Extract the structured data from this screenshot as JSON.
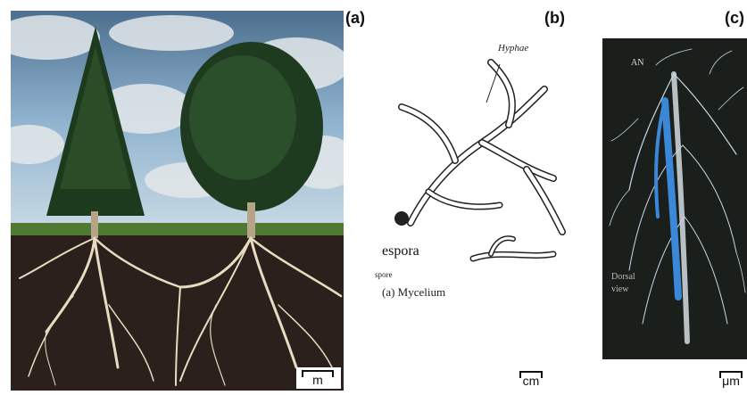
{
  "panels": {
    "a": {
      "letter": "(a)",
      "scale_unit": "m"
    },
    "b": {
      "letter": "(b)",
      "label_hyphae": "Hyphae",
      "label_spore": "spore",
      "overlay_label": "espora",
      "caption": "(a) Mycelium",
      "scale_unit": "cm"
    },
    "c": {
      "letter": "(c)",
      "label_an": "AN",
      "label_view_1": "Dorsal",
      "label_view_2": "view",
      "scale_unit": "μm"
    }
  },
  "colors": {
    "sky": "#6f9fc4",
    "soil": "#2b201b",
    "roots": "#e8dcc0",
    "grass": "#4f7a34",
    "neuron_bg": "#1a1f1c",
    "neuron_branch": "#c8d8e8",
    "neuron_highlight": "#3b88d9"
  }
}
